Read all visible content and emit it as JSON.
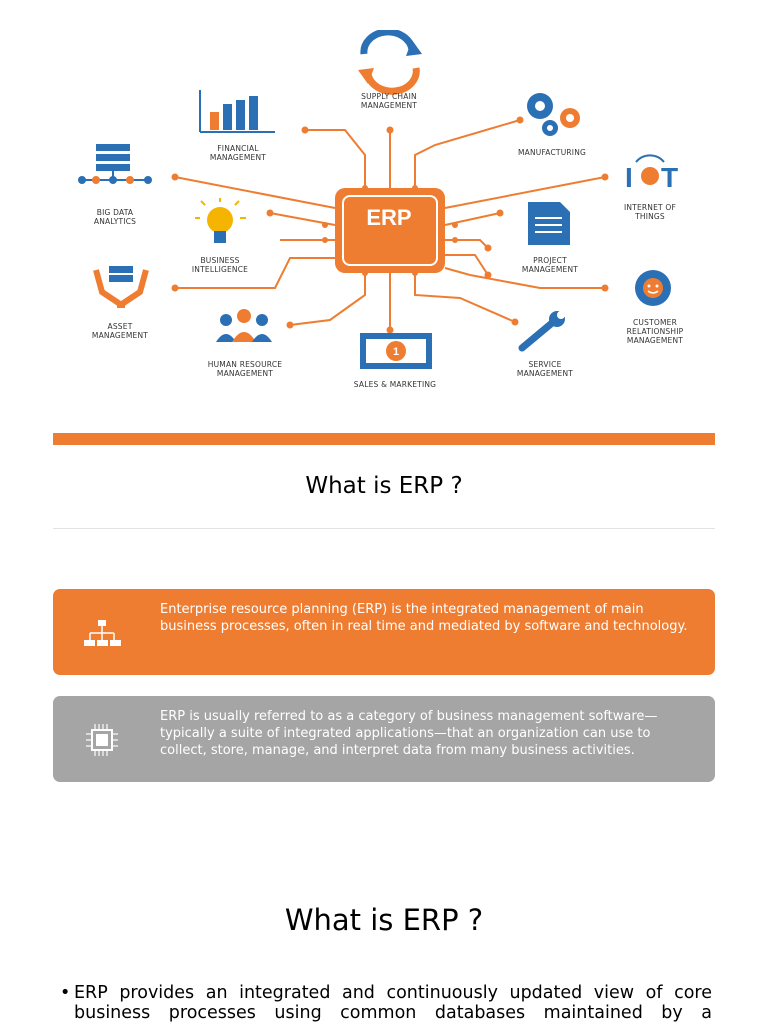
{
  "diagram": {
    "center_label": "ERP",
    "nodes": {
      "supply_chain": "SUPPLY CHAIN\nMANAGEMENT",
      "financial": "FINANCIAL\nMANAGEMENT",
      "manufacturing": "MANUFACTURING",
      "big_data": "BIG DATA\nANALYTICS",
      "iot": "INTERNET OF\nTHINGS",
      "business_intelligence": "BUSINESS\nINTELLIGENCE",
      "project": "PROJECT\nMANAGEMENT",
      "asset": "ASSET\nMANAGEMENT",
      "crm": "CUSTOMER\nRELATIONSHIP\nMANAGEMENT",
      "hr": "HUMAN RESOURCE\nMANAGEMENT",
      "sales": "SALES & MARKETING",
      "service": "SERVICE\nMANAGEMENT"
    },
    "iot_icon_text": "IOT",
    "coin_text": "1",
    "colors": {
      "orange": "#ee7d31",
      "blue": "#2b6fb4",
      "gray": "#a5a5a5"
    }
  },
  "section1": {
    "title": "What is ERP ?",
    "callouts": [
      {
        "icon": "org-chart-icon",
        "text": "Enterprise resource planning (ERP) is the integrated management of main business processes, often in real time and mediated by software and technology."
      },
      {
        "icon": "chip-icon",
        "text": "ERP is usually referred to as a category of business management software—typically a suite of integrated applications—that an organization can use to collect, store, manage, and interpret data from many business activities."
      }
    ]
  },
  "section2": {
    "title": "What is ERP ?",
    "bullet_marker": "•",
    "bullet_text": "ERP provides an integrated and continuously updated view of core business processes using common databases maintained by a"
  }
}
